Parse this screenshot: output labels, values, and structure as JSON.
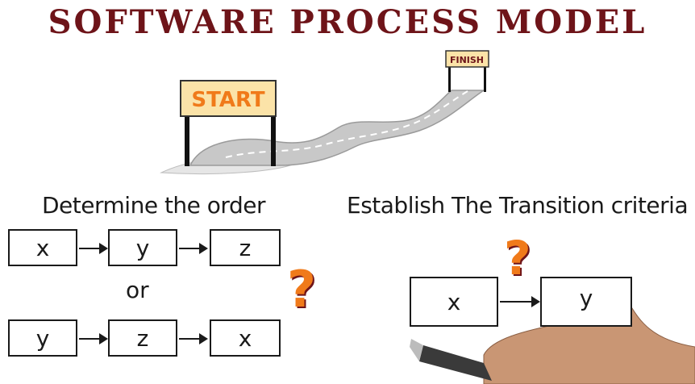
{
  "title": "SOFTWARE PROCESS MODEL",
  "signs": {
    "start": "START",
    "finish": "FINISH"
  },
  "left": {
    "label": "Determine the order",
    "row1": [
      "x",
      "y",
      "z"
    ],
    "or": "or",
    "row2": [
      "y",
      "z",
      "x"
    ],
    "question": "?"
  },
  "right": {
    "label": "Establish The Transition criteria",
    "boxes": [
      "x",
      "y"
    ],
    "question": "?"
  },
  "colors": {
    "title": "#6e1419",
    "sign_fill": "#fbe3a8",
    "sign_text": "#f07a1a",
    "road": "#c8c8c8",
    "question": "#f07a1a"
  }
}
